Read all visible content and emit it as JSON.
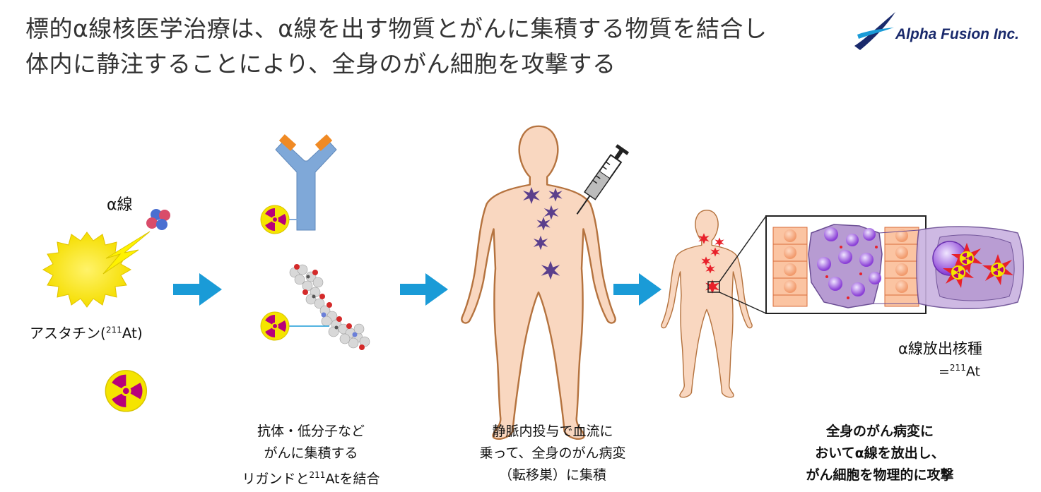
{
  "title": {
    "line1": "標的α線核医学治療は、α線を出す物質とがんに集積する物質を結合し",
    "line2": "体内に静注することにより、全身のがん細胞を攻撃する"
  },
  "logo": {
    "text": "Alpha Fusion Inc."
  },
  "labels": {
    "alpha_ray": "α線",
    "astatine_prefix": "アスタチン(",
    "astatine_mass": "211",
    "astatine_suffix": "At)",
    "emitter_name": "α線放出核種",
    "emitter_eq_prefix": "=",
    "emitter_mass": "211",
    "emitter_symbol": "At"
  },
  "captions": {
    "step2": [
      "抗体・低分子など",
      "がんに集積する",
      "リガンドと",
      "211",
      "Atを結合"
    ],
    "step3": [
      "静脈内投与で血流に",
      "乗って、全身のがん病変",
      "（転移巣）に集積"
    ],
    "step4": [
      "全身のがん病変に",
      "おいてα線を放出し、",
      "がん細胞を物理的に攻撃"
    ]
  },
  "colors": {
    "arrow": "#1a9bd7",
    "skin": "#f9d7c0",
    "skin_outline": "#b5733f",
    "radiation_yellow": "#f5e400",
    "radiation_magenta": "#b8007a",
    "antibody_blue": "#7fa8d8",
    "antibody_orange": "#f08a24",
    "tumor_purple": "#6a4c93",
    "lesion_red": "#e8202a",
    "healthy_cell": "#f6b08c",
    "cancer_cell": "#b79bd2"
  }
}
